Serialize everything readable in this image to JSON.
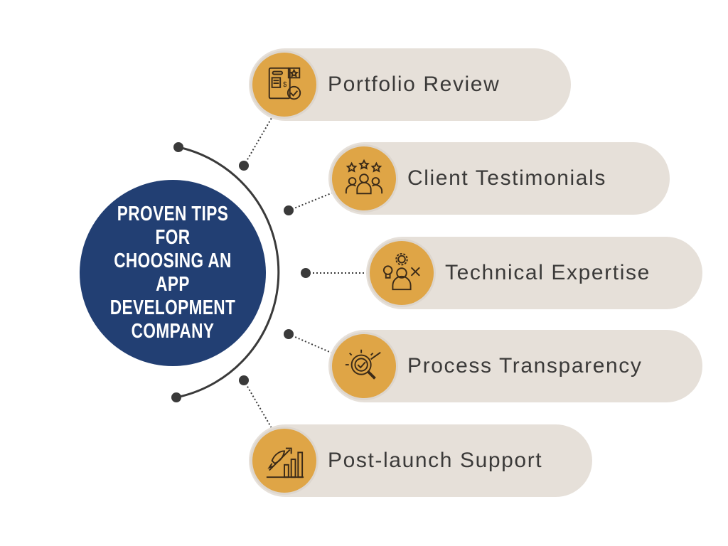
{
  "hub": {
    "title": "PROVEN TIPS FOR\nCHOOSING AN APP\nDEVELOPMENT\nCOMPANY"
  },
  "items": [
    {
      "label": "Portfolio Review",
      "icon": "portfolio-document-icon"
    },
    {
      "label": "Client Testimonials",
      "icon": "people-stars-icon"
    },
    {
      "label": "Technical Expertise",
      "icon": "person-gear-tools-icon"
    },
    {
      "label": "Process Transparency",
      "icon": "magnifier-check-icon"
    },
    {
      "label": "Post-launch Support",
      "icon": "rocket-growth-icon"
    }
  ],
  "colors": {
    "hub": "#223f73",
    "pill": "#e6e0d9",
    "icon_bg": "#dfa546",
    "text": "#3b3a39",
    "line": "#3a3a3a"
  }
}
